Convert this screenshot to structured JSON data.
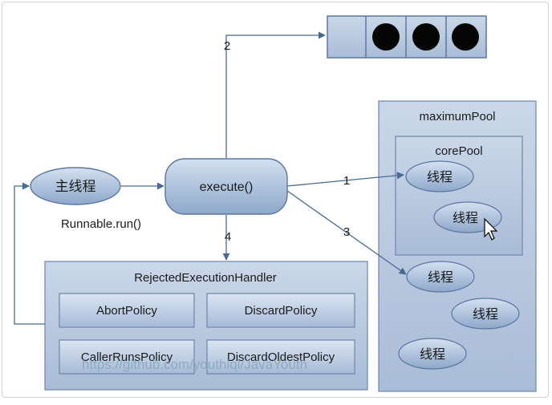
{
  "diagram": {
    "nodes": {
      "main_thread": "主线程",
      "execute": "execute()",
      "runnable_run": "Runnable.run()",
      "maximum_pool": "maximumPool",
      "core_pool": "corePool",
      "rejected_handler": "RejectedExecutionHandler"
    },
    "policies": [
      "AbortPolicy",
      "DiscardPolicy",
      "CallerRunsPolicy",
      "DiscardOldestPolicy"
    ],
    "thread_labels": [
      "线程",
      "线程",
      "线程",
      "线程",
      "线程"
    ],
    "step_labels": [
      "1",
      "2",
      "3",
      "4"
    ],
    "watermark": "https://github.com/youthlql/JavaYouth",
    "colors": {
      "node_fill_top": "#c4d4e8",
      "node_fill_bottom": "#8fa9cb",
      "node_stroke": "#5a76a0",
      "pool_fill": "#bfcde0",
      "pool_stroke": "#6e86ab",
      "arrow": "#4a6894",
      "queue_ball": "#000000",
      "watermark": "#8aa8b8"
    }
  }
}
